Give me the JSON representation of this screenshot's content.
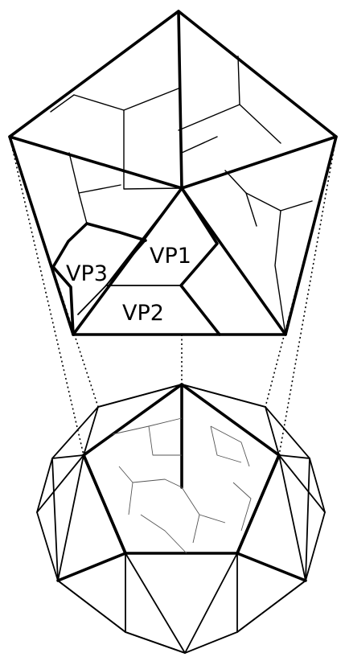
{
  "labels": {
    "vp1": "VP1",
    "vp2": "VP2",
    "vp3": "VP3"
  }
}
